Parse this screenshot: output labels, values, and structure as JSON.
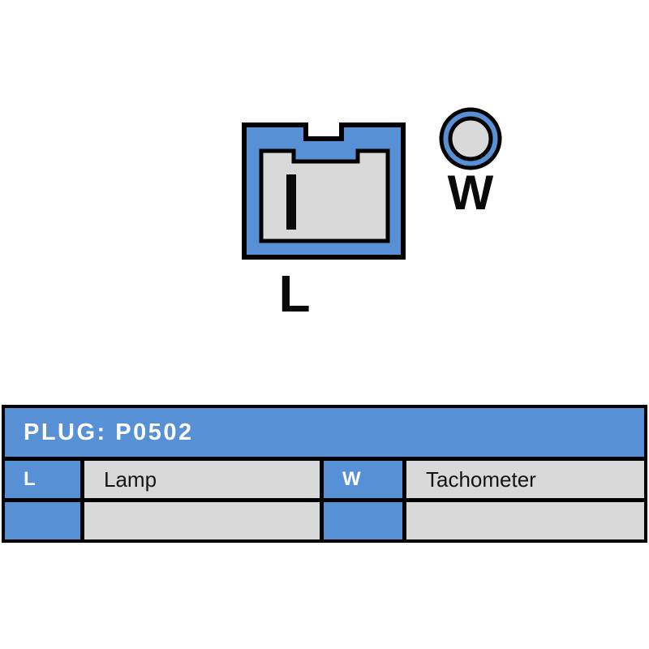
{
  "diagram": {
    "connector_label": "L",
    "terminal_label": "W",
    "icons": {
      "connector": "plug-housing-icon",
      "pin": "blade-pin-icon",
      "terminal": "ring-terminal-icon"
    },
    "colors": {
      "blue": "#5890D5",
      "gray": "#D9D9D9",
      "outline": "#000000"
    }
  },
  "table": {
    "title": "PLUG: P0502",
    "rows": [
      {
        "pin1": "L",
        "desc1": "Lamp",
        "pin2": "W",
        "desc2": "Tachometer"
      },
      {
        "pin1": "",
        "desc1": "",
        "pin2": "",
        "desc2": ""
      }
    ],
    "colors": {
      "header_bg": "#5890D5",
      "key_cell_bg": "#5890D5",
      "value_cell_bg": "#D9D9D9",
      "border": "#000000",
      "header_text": "#FFFFFF"
    }
  }
}
